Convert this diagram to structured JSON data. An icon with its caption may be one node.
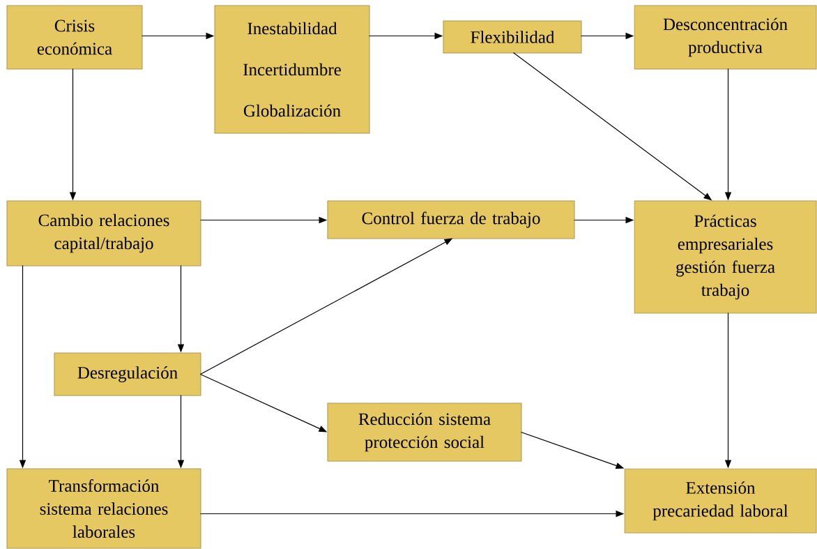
{
  "diagram": {
    "nodes": [
      {
        "text": [
          "Crisis económica"
        ]
      },
      {
        "text": [
          "Inestabilidad",
          "Incertidumbre",
          "Globalización"
        ]
      },
      {
        "text": [
          "Flexibilidad"
        ]
      },
      {
        "text": [
          "Desconcentración productiva"
        ]
      },
      {
        "text": [
          "Cambio relaciones capital/trabajo"
        ]
      },
      {
        "text": [
          "Control fuerza de trabajo"
        ]
      },
      {
        "text": [
          "Prácticas empresariales gestión fuerza trabajo"
        ]
      },
      {
        "text": [
          "Desregulación"
        ]
      },
      {
        "text": [
          "Reducción sistema protección social"
        ]
      },
      {
        "text": [
          "Transformación sistema relaciones laborales"
        ]
      },
      {
        "text": [
          "Extensión precariedad laboral"
        ]
      }
    ],
    "edges": [
      {
        "from": 0,
        "to": 1,
        "arrow": "to"
      },
      {
        "from": 1,
        "to": 2,
        "arrow": "to"
      },
      {
        "from": 2,
        "to": 3,
        "arrow": "to"
      },
      {
        "from": 0,
        "to": 4,
        "arrow": "to"
      },
      {
        "from": 2,
        "to": 6,
        "arrow": "to"
      },
      {
        "from": 3,
        "to": 6,
        "arrow": "to"
      },
      {
        "from": 4,
        "to": 5,
        "arrow": "to"
      },
      {
        "from": 5,
        "to": 6,
        "arrow": "to"
      },
      {
        "from": 4,
        "to": 7,
        "arrow": "to"
      },
      {
        "from": 4,
        "to": 9,
        "arrow": "to"
      },
      {
        "from": 7,
        "to": 5,
        "arrow": "to"
      },
      {
        "from": 7,
        "to": 8,
        "arrow": "to"
      },
      {
        "from": 7,
        "to": 9,
        "arrow": "to"
      },
      {
        "from": 6,
        "to": 10,
        "arrow": "to"
      },
      {
        "from": 8,
        "to": 10,
        "arrow": "to"
      },
      {
        "from": 9,
        "to": 10,
        "arrow": "to"
      }
    ]
  }
}
